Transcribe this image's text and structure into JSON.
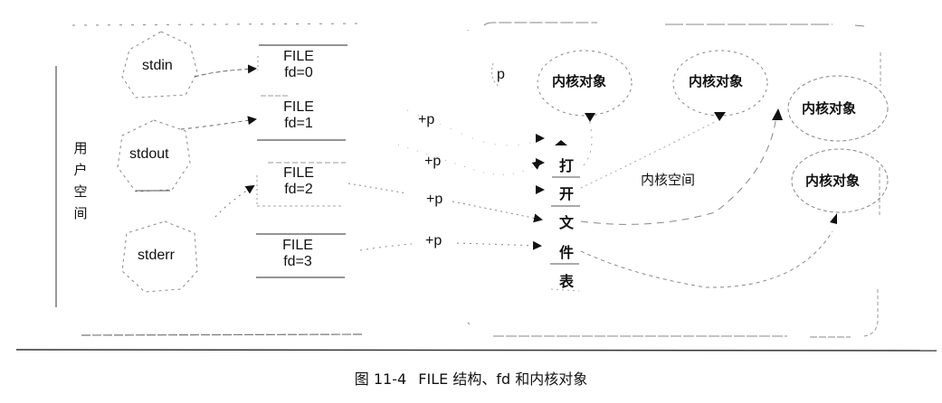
{
  "user_space": {
    "label": "用户空间",
    "chars": [
      "用",
      "户",
      "空",
      "间"
    ],
    "streams": [
      {
        "name": "stdin"
      },
      {
        "name": "stdout"
      },
      {
        "name": "stderr"
      }
    ],
    "file_structs": [
      {
        "title": "FILE",
        "fd": "fd=0"
      },
      {
        "title": "FILE",
        "fd": "fd=1"
      },
      {
        "title": "FILE",
        "fd": "fd=2"
      },
      {
        "title": "FILE",
        "fd": "fd=3"
      }
    ]
  },
  "pointers": {
    "offsets": [
      "+p",
      "+p",
      "+p",
      "+p"
    ],
    "base": "p"
  },
  "kernel_space": {
    "label": "内核空间",
    "open_file_table": {
      "label": "打开文件表",
      "chars": [
        "打",
        "开",
        "文",
        "件",
        "表"
      ]
    },
    "kernel_objects": [
      {
        "label": "内核对象"
      },
      {
        "label": "内核对象"
      },
      {
        "label": "内核对象"
      },
      {
        "label": "内核对象"
      }
    ]
  },
  "caption": {
    "figure_number": "图 11-4",
    "title": "FILE 结构、fd 和内核对象"
  }
}
